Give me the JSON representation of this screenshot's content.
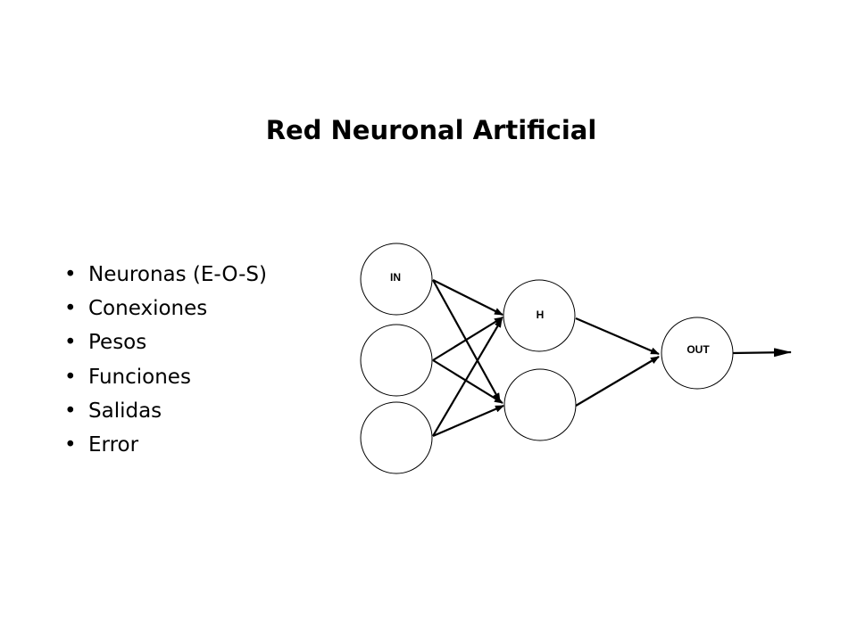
{
  "title": "Red Neuronal Artificial",
  "bullets": [
    "Neuronas (E-O-S)",
    "Conexiones",
    "Pesos",
    "Funciones",
    "Salidas",
    "Error"
  ],
  "diagram": {
    "input_nodes": [
      {
        "label": "IN"
      },
      {
        "label": ""
      },
      {
        "label": ""
      }
    ],
    "hidden_nodes": [
      {
        "label": "H"
      },
      {
        "label": ""
      }
    ],
    "output_nodes": [
      {
        "label": "OUT"
      }
    ],
    "connections": [
      {
        "from": "in-0",
        "to": "hidden-0"
      },
      {
        "from": "in-0",
        "to": "hidden-1"
      },
      {
        "from": "in-1",
        "to": "hidden-0"
      },
      {
        "from": "in-1",
        "to": "hidden-1"
      },
      {
        "from": "in-2",
        "to": "hidden-0"
      },
      {
        "from": "in-2",
        "to": "hidden-1"
      },
      {
        "from": "hidden-0",
        "to": "out-0"
      },
      {
        "from": "hidden-1",
        "to": "out-0"
      }
    ],
    "output_arrow": true
  }
}
